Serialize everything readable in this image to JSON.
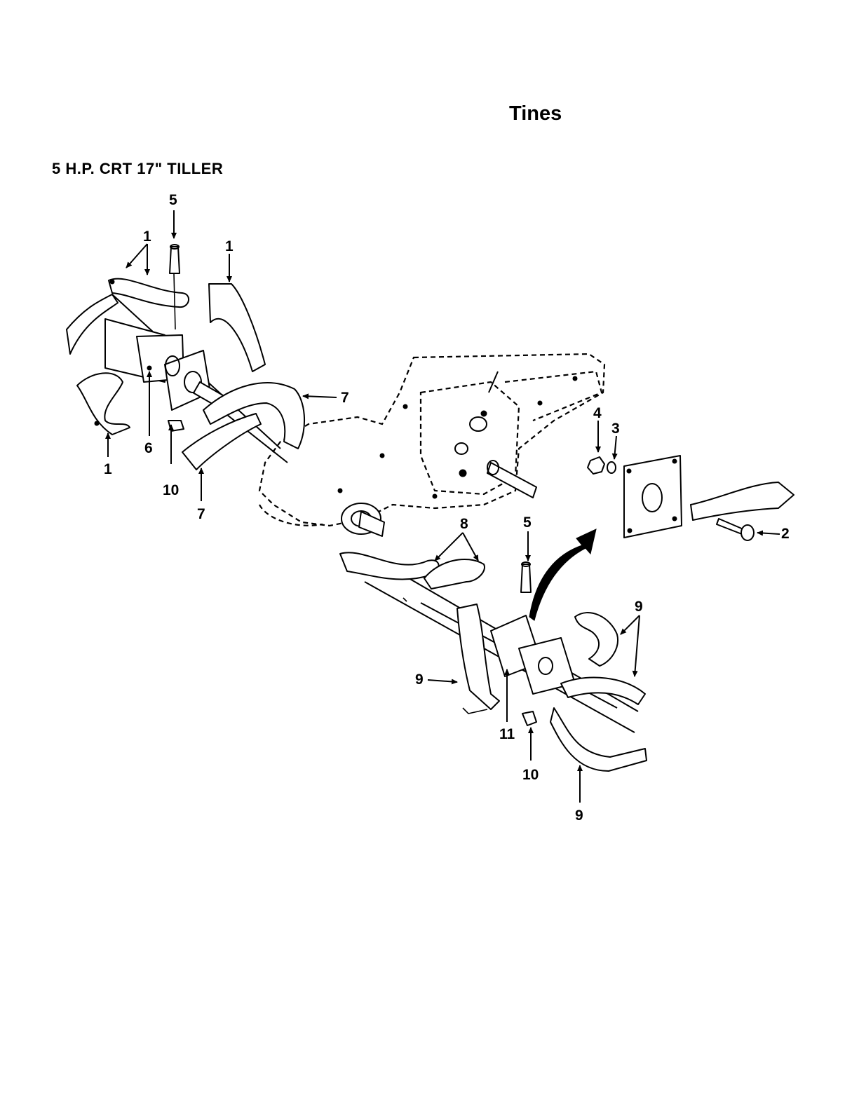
{
  "header": {
    "title": "Tines",
    "subtitle": "5 H.P. CRT 17\"  TILLER"
  },
  "callouts": {
    "c1a": "1",
    "c1b": "1",
    "c1c": "1",
    "c2": "2",
    "c3": "3",
    "c4": "4",
    "c5a": "5",
    "c5b": "5",
    "c6": "6",
    "c7a": "7",
    "c7b": "7",
    "c8": "8",
    "c9a": "9",
    "c9b": "9",
    "c9c": "9",
    "c10a": "10",
    "c10b": "10",
    "c11": "11"
  }
}
